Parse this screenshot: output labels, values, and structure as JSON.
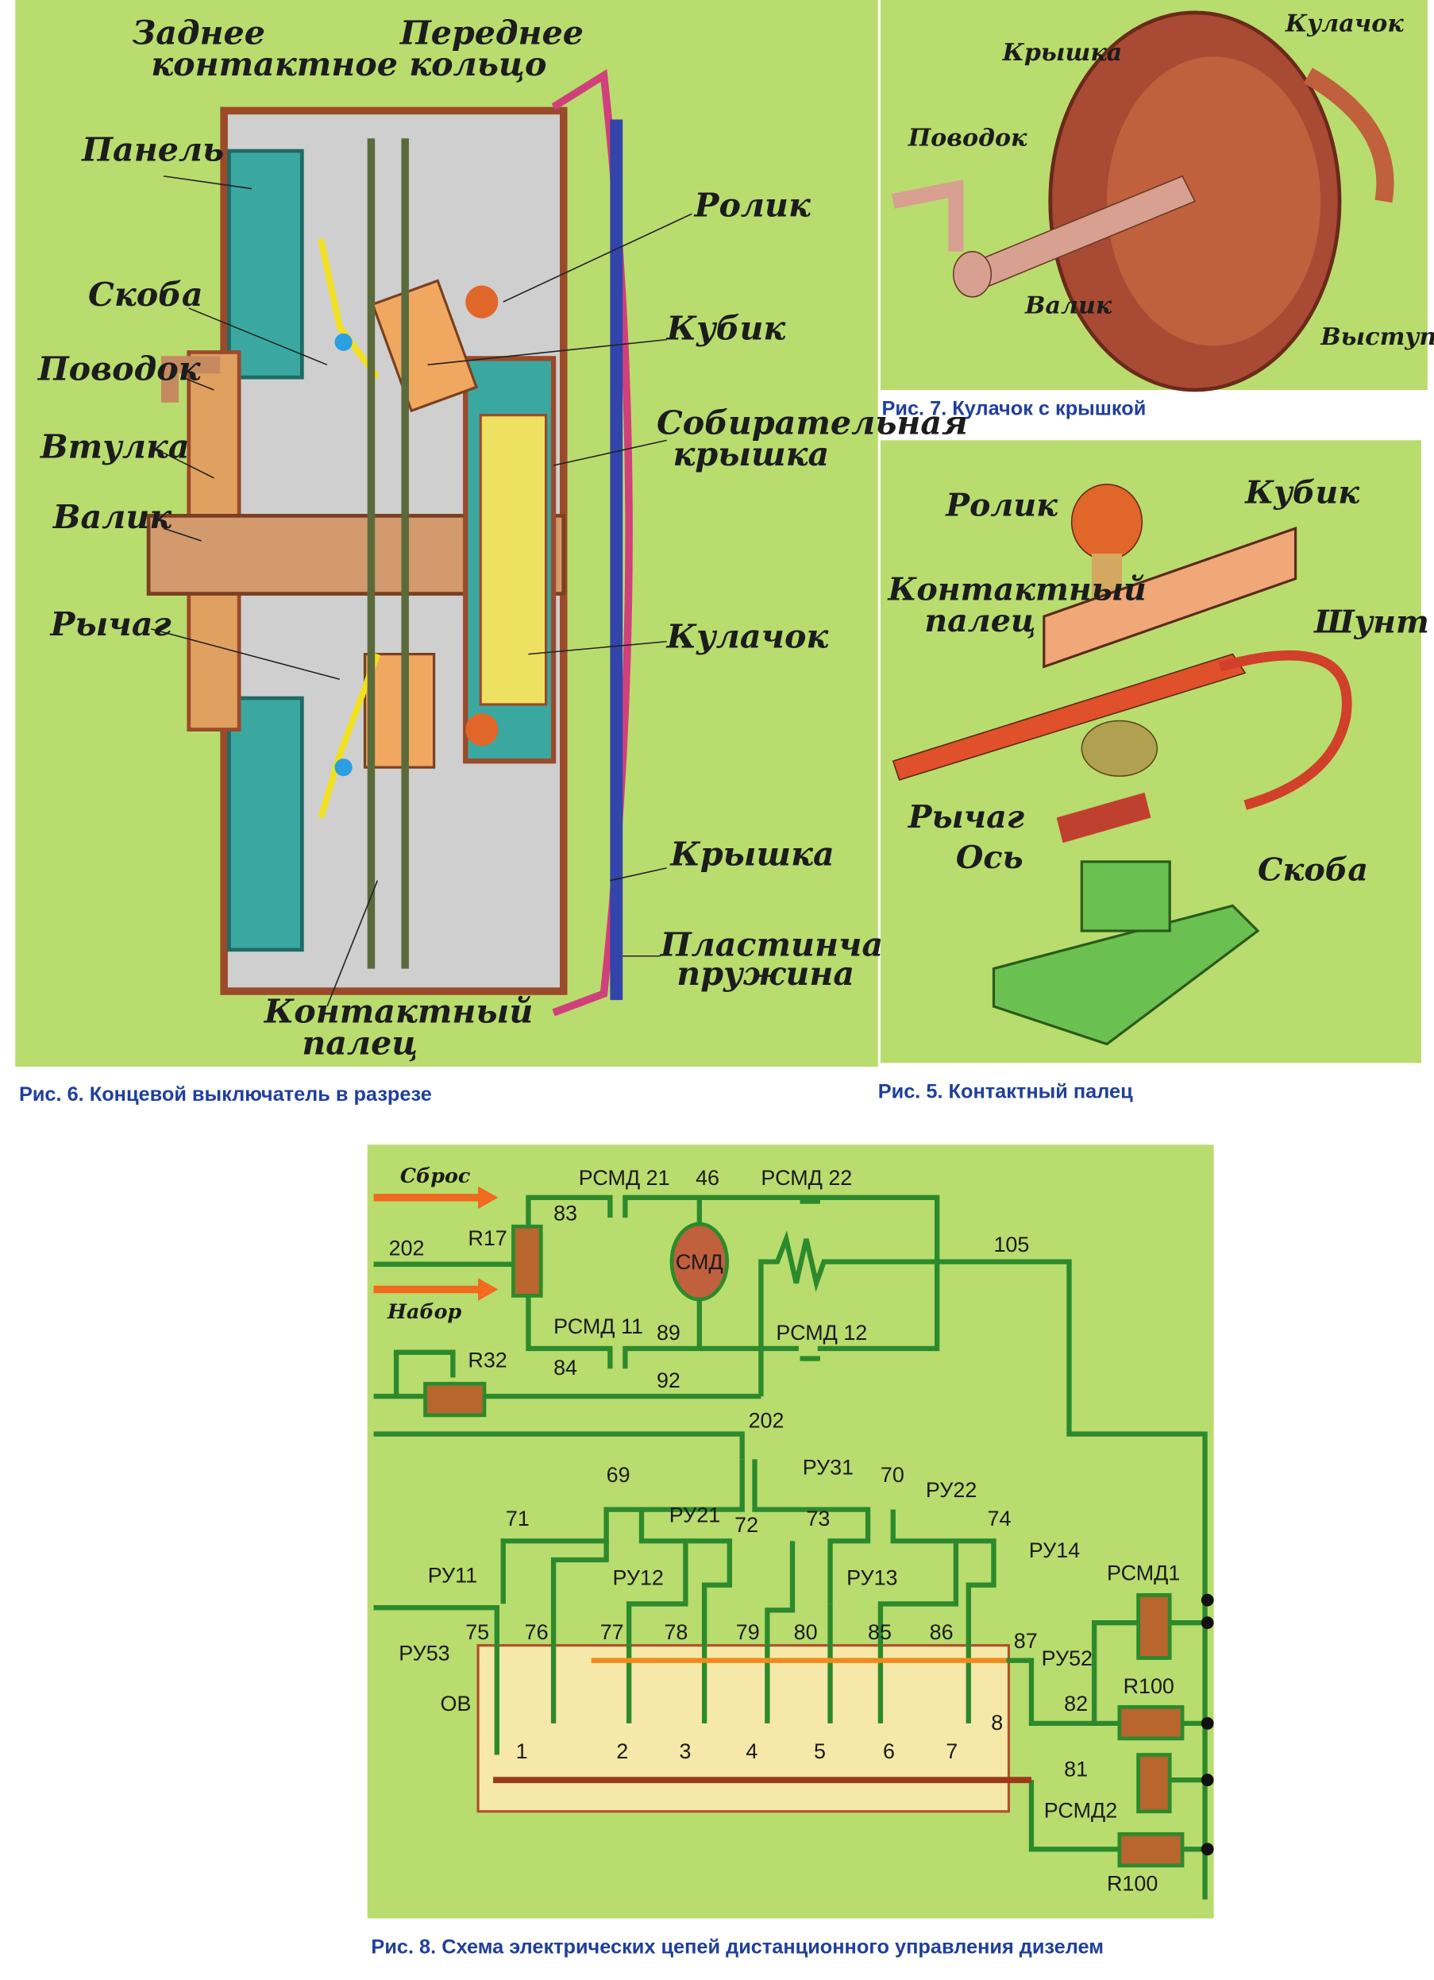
{
  "figure6": {
    "caption": "Рис. 6. Концевой выключатель в разрезе",
    "labels": [
      "Заднее",
      "контактное кольцо",
      "Переднее",
      "Панель",
      "Ролик",
      "Скоба",
      "Кубик",
      "Поводок",
      "Собирательная",
      "крышка",
      "Втулка",
      "Валик",
      "Рычаг",
      "Кулачок",
      "Крышка",
      "Пластинчатая",
      "пружина",
      "Контактный",
      "палец"
    ]
  },
  "figure7": {
    "caption": "Рис. 7. Кулачок с крышкой",
    "labels": [
      "Кулачок",
      "Крышка",
      "Поводок",
      "Валик",
      "Выступ"
    ]
  },
  "figure5": {
    "caption": "Рис. 5. Контактный палец",
    "labels": [
      "Ролик",
      "Кубик",
      "Контактный",
      "палец",
      "Шунт",
      "Рычаг",
      "Ось",
      "Скоба"
    ]
  },
  "figure8": {
    "caption": "Рис. 8. Схема электрических цепей дистанционного управления дизелем",
    "arrows": [
      "Сброс",
      "Набор"
    ],
    "labels": [
      "РСМД 21",
      "46",
      "РСМД 22",
      "83",
      "R17",
      "202",
      "105",
      "РСМД 11",
      "89",
      "РСМД 12",
      "R32",
      "84",
      "92",
      "202",
      "69",
      "РУ31",
      "70",
      "РУ22",
      "71",
      "РУ21",
      "72",
      "73",
      "74",
      "РУ14",
      "РУ11",
      "РУ12",
      "РУ13",
      "РСМД1",
      "75",
      "76",
      "77",
      "78",
      "79",
      "80",
      "85",
      "86",
      "87",
      "РУ53",
      "РУ52",
      "ОВ",
      "R100",
      "82",
      "8",
      "1",
      "2",
      "3",
      "4",
      "5",
      "6",
      "7",
      "81",
      "РСМД2",
      "R100"
    ],
    "motor_label": "СМД"
  },
  "colors": {
    "panel_bg": "#b9dc6e",
    "wire": "#2c8a2c",
    "resistor": "#b8652e",
    "caption": "#1f3f9c",
    "ov_box": "#f6e8a8"
  }
}
